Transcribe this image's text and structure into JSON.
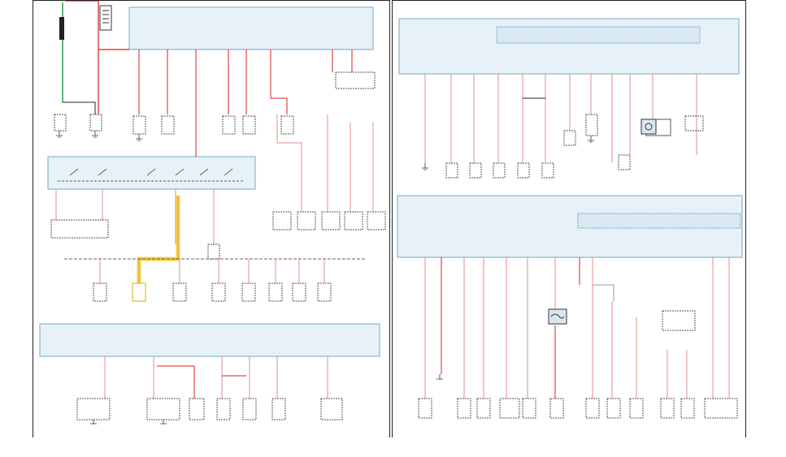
{
  "document": {
    "type": "wiring-diagram",
    "panels": [
      {
        "id": "left",
        "label_text": ""
      },
      {
        "id": "right",
        "label_text": ""
      }
    ],
    "note": ""
  },
  "colors": {
    "fuse_block_fill": "#e6f1f8",
    "fuse_block_stroke": "#7aa6c2",
    "wire_red": "#d6201f",
    "wire_pink": "#e88b8b",
    "wire_green": "#1a9a3a",
    "wire_black": "#222222",
    "wire_white": "#9a9a9a",
    "highlight": "#f2d21b",
    "component_stroke": "#555555"
  },
  "icons": [
    "ground-icon",
    "fuse-icon",
    "battery-icon",
    "switch-icon",
    "circuit-breaker-icon"
  ]
}
